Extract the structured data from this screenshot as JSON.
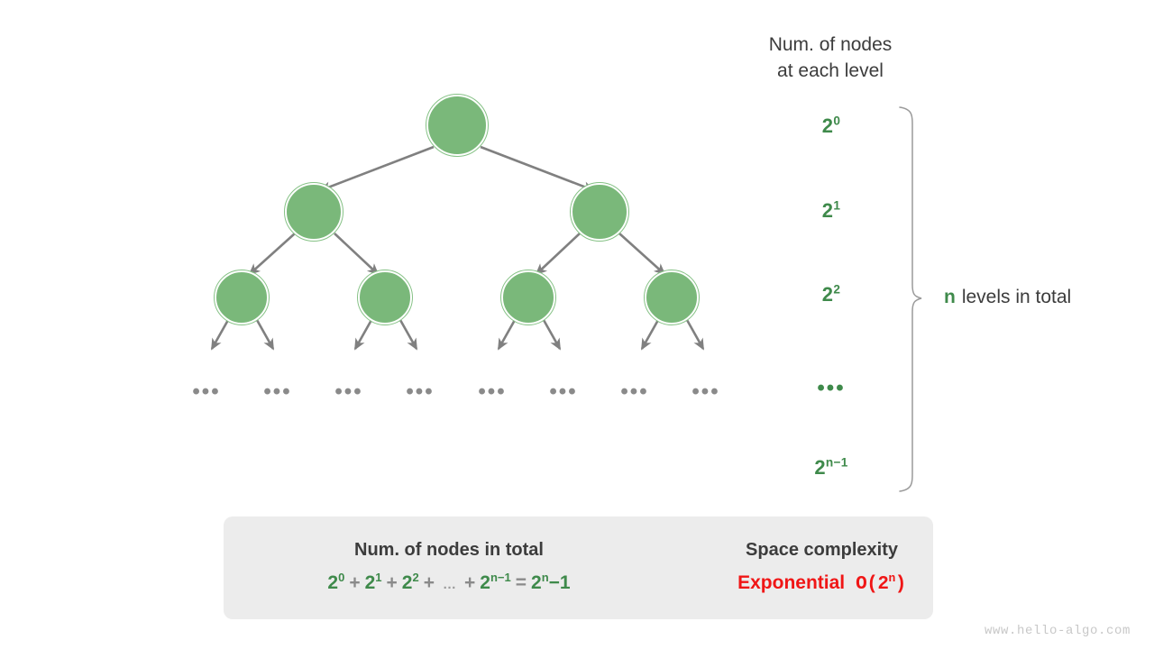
{
  "header": {
    "caption_line1": "Num. of nodes",
    "caption_line2": "at each level"
  },
  "levels": {
    "labels": [
      "2<sup>0</sup>",
      "2<sup>1</sup>",
      "2<sup>2</sup>",
      "•••",
      "2<sup>n−1</sup>"
    ],
    "plain": [
      "2^0",
      "2^1",
      "2^2",
      "...",
      "2^(n-1)"
    ],
    "brace_note_var": "n",
    "brace_note_text": "levels in total"
  },
  "tree": {
    "node_fill": "#7ab87a",
    "node_ring": "#86c286",
    "edge_color": "#808080",
    "ellipsis": "•••",
    "ellipsis_count": 8,
    "rows": [
      1,
      2,
      4,
      8
    ]
  },
  "summary": {
    "background": "#ececec",
    "left_title": "Num. of nodes in total",
    "formula_terms": [
      "2<sup>0</sup>",
      "2<sup>1</sup>",
      "2<sup>2</sup>",
      "…",
      "2<sup>n−1</sup>",
      "2<sup>n</sup>−1"
    ],
    "formula_plain": "2^0 + 2^1 + 2^2 + ... + 2^(n-1) = 2^n-1",
    "op_plus": "+",
    "op_equals": "=",
    "ellipsis": "…",
    "arrow_color": "#c6c6c6",
    "right_title": "Space complexity",
    "result_word": "Exponential",
    "result_bigo": "O(2<sup>n</sup>)",
    "result_plain": "Exponential O(2^n)",
    "result_color": "#f01616"
  },
  "watermark": "www.hello-algo.com",
  "colors": {
    "green": "#3f8a4b",
    "node_green": "#7ab87a",
    "gray_text": "#3c3c3c",
    "gray_line": "#808080",
    "red": "#f01616"
  }
}
